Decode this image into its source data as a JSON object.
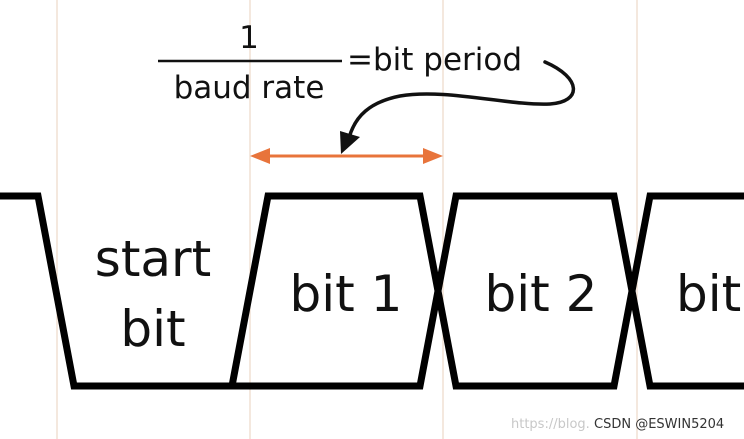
{
  "formula": {
    "numerator": "1",
    "denominator": "baud rate",
    "result": "=bit period"
  },
  "cells": [
    {
      "line1": "start",
      "line2": "bit"
    },
    {
      "label": "bit 1"
    },
    {
      "label": "bit 2"
    },
    {
      "label": "bit"
    }
  ],
  "colors": {
    "arrow": "#e8743b",
    "wave": "#000000",
    "guide": "#ecd9c8"
  },
  "watermark": {
    "faint": "https://blog.",
    "credit": "CSDN @ESWIN5204"
  }
}
